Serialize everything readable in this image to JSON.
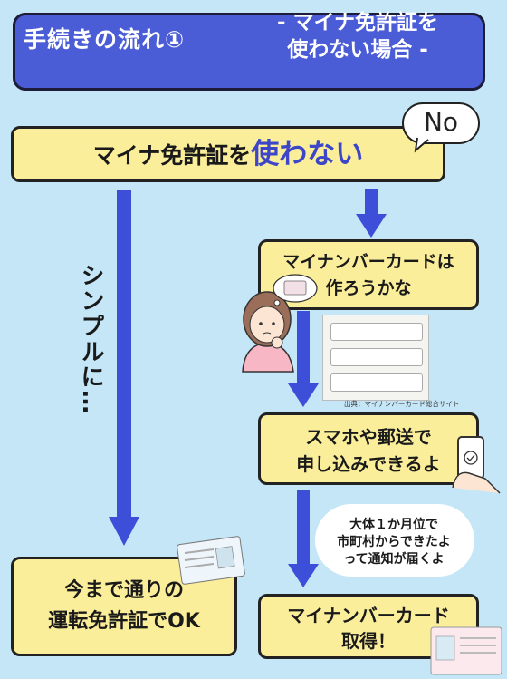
{
  "header": {
    "title": "手続きの流れ①",
    "subtitle_line1": "- マイナ免許証を",
    "subtitle_line2": "使わない場合 -"
  },
  "main_box": {
    "text_plain": "マイナ免許証を",
    "text_emphasis": "使わない"
  },
  "no_bubble": "No",
  "left_branch": {
    "label": "シンプルに…",
    "result_line1": "今まで通りの",
    "result_line2": "運転免許証でOK"
  },
  "right_branch": {
    "step1_line1": "マイナンバーカードは",
    "step1_line2": "作ろうかな",
    "source": "出典：マイナンバーカード総合サイト",
    "step2_line1": "スマホや郵送で",
    "step2_line2": "申し込みできるよ",
    "note_line1": "大体１か月位で",
    "note_line2": "市町村からできたよ",
    "note_line3": "って通知が届くよ",
    "step3_line1": "マイナンバーカード",
    "step3_line2": "取得！"
  },
  "colors": {
    "background": "#c4e6f7",
    "header": "#4a5cd6",
    "box": "#fbee9a",
    "arrow": "#3d4ed8",
    "emphasis": "#3d45c8"
  }
}
